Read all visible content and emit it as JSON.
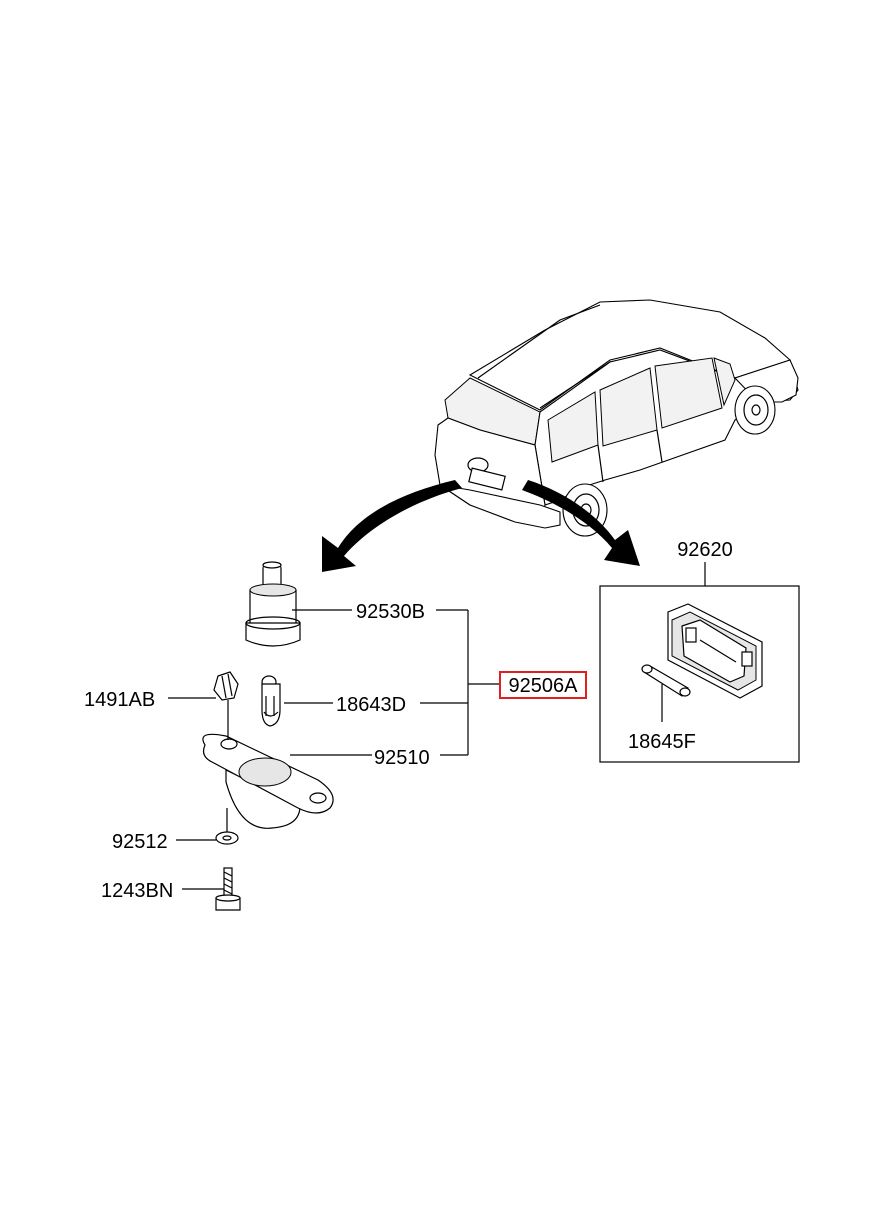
{
  "labels": {
    "p92620": "92620",
    "p92530B": "92530B",
    "p92506A": "92506A",
    "p1491AB": "1491AB",
    "p18643D": "18643D",
    "p92510": "92510",
    "p18645F": "18645F",
    "p92512": "92512",
    "p1243BN": "1243BN"
  },
  "highlight": {
    "part": "92506A",
    "color": "#e02020"
  }
}
